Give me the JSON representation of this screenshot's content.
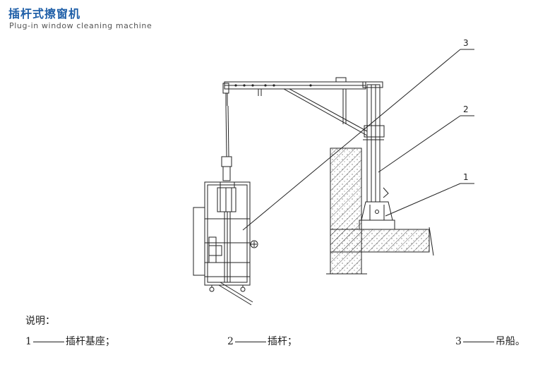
{
  "header": {
    "title": "插杆式擦窗机",
    "subtitle": "Plug-in window cleaning machine"
  },
  "callouts": [
    "3",
    "2",
    "1"
  ],
  "notes": {
    "heading": "说明：",
    "items": [
      {
        "num": "1",
        "label": "插杆基座；"
      },
      {
        "num": "2",
        "label": "插杆；"
      },
      {
        "num": "3",
        "label": "吊船。"
      }
    ]
  },
  "colors": {
    "title": "#1f5fa8",
    "line": "#222222"
  }
}
